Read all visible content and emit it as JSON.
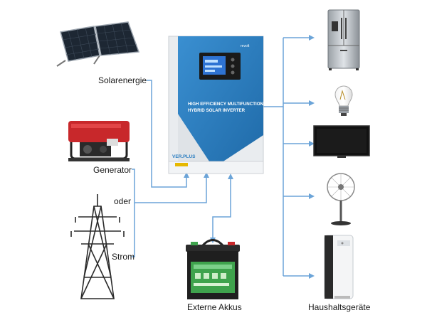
{
  "labels": {
    "solar": "Solarenergie",
    "generator": "Generator",
    "or": "oder",
    "grid": "Strom",
    "battery": "Externe Akkus",
    "appliances": "Haushaltsgeräte"
  },
  "inverter": {
    "brand": "revolt",
    "title_line1": "HIGH EFFICIENCY MULTIFUNCTIONAL",
    "title_line2": "HYBRID SOLAR INVERTER",
    "model": "VER.PLUS"
  },
  "icons": {
    "solar": "solar-panel-icon",
    "generator": "generator-icon",
    "grid": "power-tower-icon",
    "battery": "battery-icon",
    "fridge": "fridge-icon",
    "bulb": "light-bulb-icon",
    "tv": "tv-icon",
    "fan": "fan-icon",
    "ac": "air-conditioner-icon"
  },
  "colors": {
    "line": "#6ba4d8",
    "inverter_blue": "#2d7fc1",
    "inverter_body": "#e9ecef",
    "generator_red": "#c8282b",
    "battery_green": "#3fa34d"
  }
}
